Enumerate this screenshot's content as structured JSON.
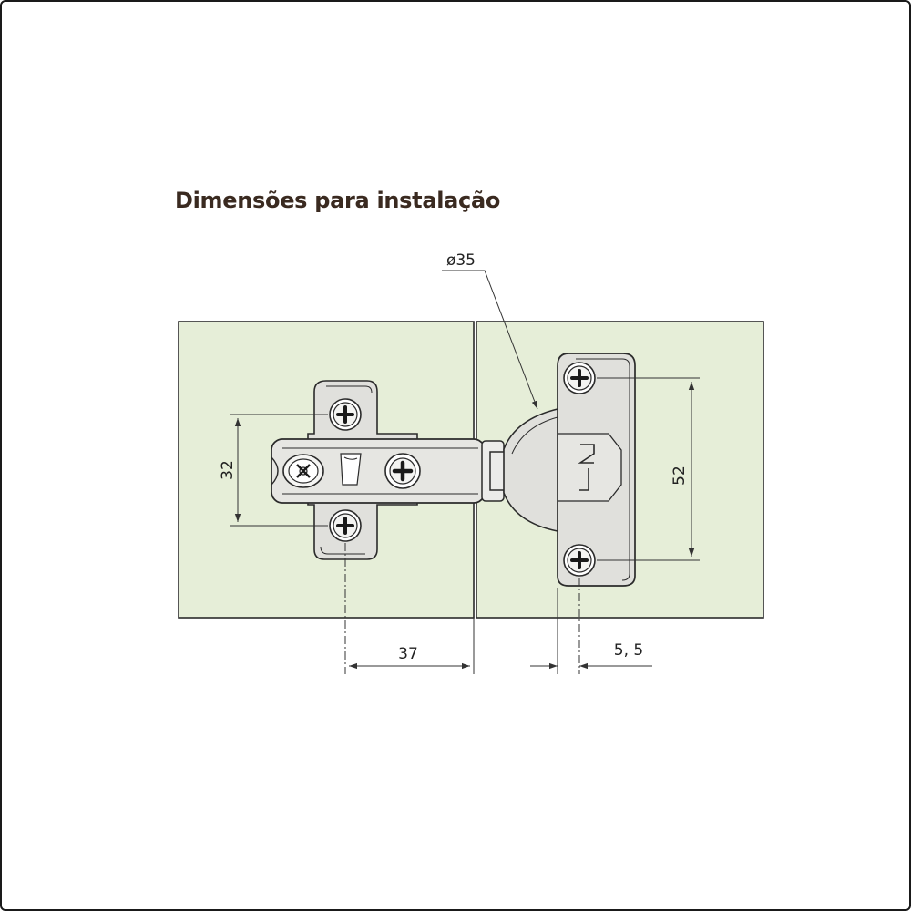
{
  "title": "Dimensões para instalação",
  "colors": {
    "panel": "#e6eed8",
    "metal": "#e0e0dc",
    "line": "#2b2b2b",
    "dim_line": "#333333",
    "title": "#3a2a20"
  },
  "dimensions": {
    "cup_diameter": "ø35",
    "mount_plate_hole_spacing": "32",
    "edge_to_plate_center": "37",
    "cup_hole_spacing": "52",
    "cup_edge_offset": "5, 5"
  },
  "icons": [
    "screw-icon",
    "cam-adjuster-icon",
    "brand-logo-icon"
  ]
}
